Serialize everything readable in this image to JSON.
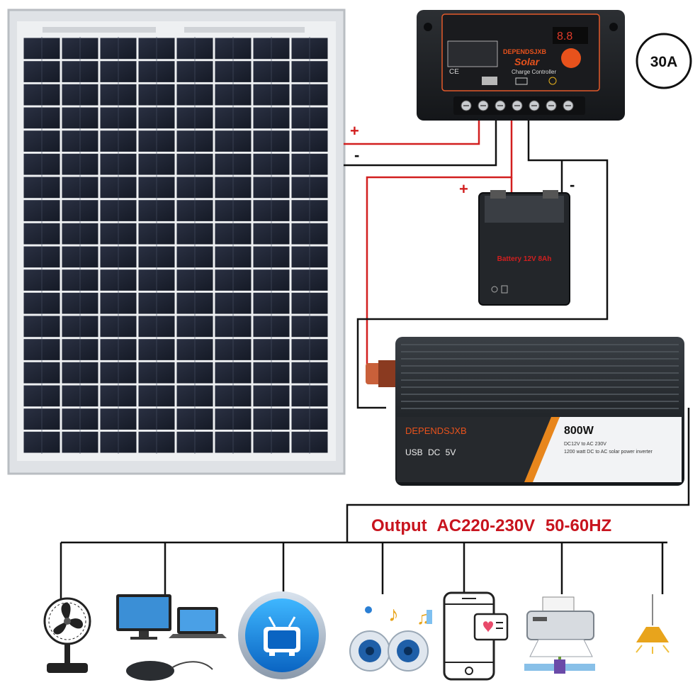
{
  "controller": {
    "brand": "DEPENDSJXB",
    "model": "Solar",
    "subtitle": "Charge Controller",
    "rating": "30A"
  },
  "battery": {
    "label": "Battery 12V 8Ah"
  },
  "inverter": {
    "brand": "DEPENDSJXB",
    "usb": "USB DC 5V",
    "power": "800W",
    "line1": "DC12V to AC 230V",
    "line2": "1200 watt DC to AC solar power inverter"
  },
  "wiring": {
    "panel_pos": "+",
    "panel_neg": "-",
    "battery_pos": "+",
    "battery_neg": "-"
  },
  "output": {
    "label": "Output AC220-230V 50-60HZ"
  },
  "devices": [
    {
      "icon": "fan-icon"
    },
    {
      "icon": "computer-monitor-laptop-icon"
    },
    {
      "icon": "television-icon"
    },
    {
      "icon": "speakers-music-icon"
    },
    {
      "icon": "smartphone-icon"
    },
    {
      "icon": "printer-icon"
    },
    {
      "icon": "ceiling-lamp-icon"
    }
  ],
  "colors": {
    "positive_wire": "#d21f1f",
    "negative_wire": "#111111",
    "output_text": "#c8141e",
    "inverter_brand": "#e8521c",
    "controller_brand": "#e8521c"
  }
}
